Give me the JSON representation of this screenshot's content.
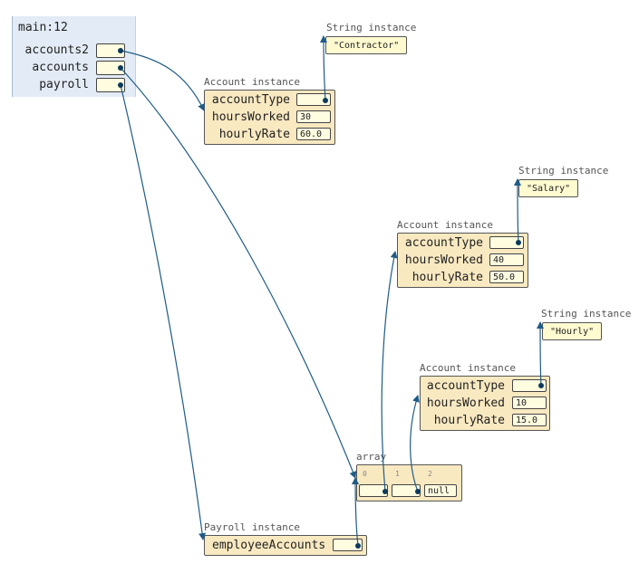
{
  "frame": {
    "title": "main:12",
    "variables": [
      "accounts2",
      "accounts",
      "payroll"
    ]
  },
  "objects": {
    "string_contractor": {
      "label": "String instance",
      "value": "\"Contractor\""
    },
    "string_salary": {
      "label": "String instance",
      "value": "\"Salary\""
    },
    "string_hourly": {
      "label": "String instance",
      "value": "\"Hourly\""
    },
    "account_contractor": {
      "label": "Account instance",
      "fields": [
        "accountType",
        "hoursWorked",
        "hourlyRate"
      ],
      "values": [
        "",
        "30",
        "60.0"
      ]
    },
    "account_salary": {
      "label": "Account instance",
      "fields": [
        "accountType",
        "hoursWorked",
        "hourlyRate"
      ],
      "values": [
        "",
        "40",
        "50.0"
      ]
    },
    "account_hourly": {
      "label": "Account instance",
      "fields": [
        "accountType",
        "hoursWorked",
        "hourlyRate"
      ],
      "values": [
        "",
        "10",
        "15.0"
      ]
    },
    "array": {
      "label": "array",
      "indices": [
        "0",
        "1",
        "2"
      ],
      "cells": [
        "",
        "",
        "null"
      ]
    },
    "payroll": {
      "label": "Payroll instance",
      "fields": [
        "employeeAccounts"
      ]
    }
  },
  "colors": {
    "arrow": "#1f5b86",
    "object_fill": "#f9e9c1",
    "frame_fill": "#e3ebf6"
  }
}
